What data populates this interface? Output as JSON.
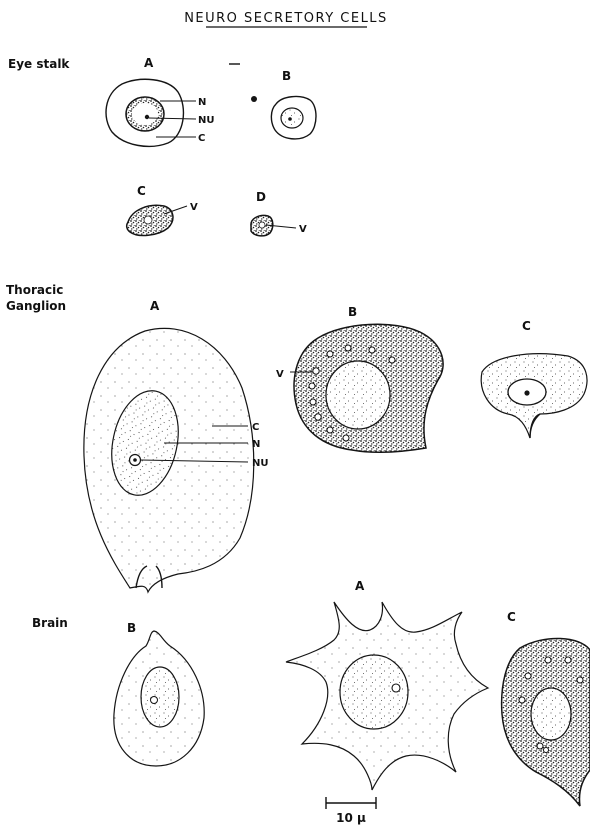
{
  "title": "NEURO SECRETORY CELLS",
  "sections": {
    "eye_stalk": {
      "label": "Eye stalk",
      "cells": {
        "a": "A",
        "b": "B",
        "c": "C",
        "d": "D"
      },
      "callouts": {
        "nucleus": "N",
        "nucleolus": "NU",
        "cytoplasm": "C",
        "vacuole_c": "V",
        "vacuole_d": "V"
      }
    },
    "thoracic_ganglion": {
      "label_line1": "Thoracic",
      "label_line2": "Ganglion",
      "cells": {
        "a": "A",
        "b": "B",
        "c": "C"
      },
      "callouts": {
        "vacuole": "V",
        "cytoplasm": "C",
        "nucleus": "N",
        "nucleolus": "NU"
      }
    },
    "brain": {
      "label": "Brain",
      "cells": {
        "a": "A",
        "b": "B",
        "c": "C"
      }
    }
  },
  "scale_bar": {
    "label": "10 µ"
  }
}
